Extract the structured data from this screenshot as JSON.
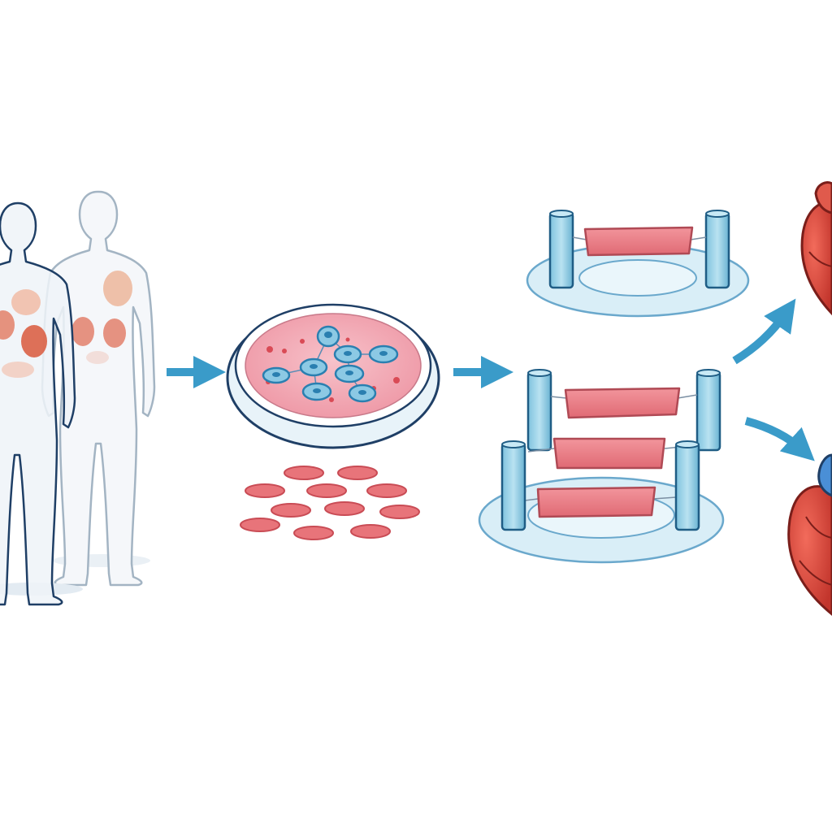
{
  "diagram": {
    "kind": "process-flow",
    "background": "#ffffff",
    "colors": {
      "outline": "#1f3f66",
      "body_fill": "#eef3f8",
      "tissue": "#e8747a",
      "tissue_dark": "#c94c55",
      "cell": "#6fb8d8",
      "cell_dark": "#2a7fb0",
      "arrow": "#3a9bc9",
      "dish_fill": "#f4a6b2",
      "glass": "#d9eef7",
      "heart": "#d9473c",
      "vessel": "#4a8fd6"
    },
    "steps": [
      {
        "id": "patient",
        "icon": "human-figures-icon"
      },
      {
        "id": "culture",
        "icon": "petri-dish-icon"
      },
      {
        "id": "engineering",
        "icon": "bioreactor-icon"
      },
      {
        "id": "outcome",
        "icon": "heart-icon"
      }
    ]
  }
}
